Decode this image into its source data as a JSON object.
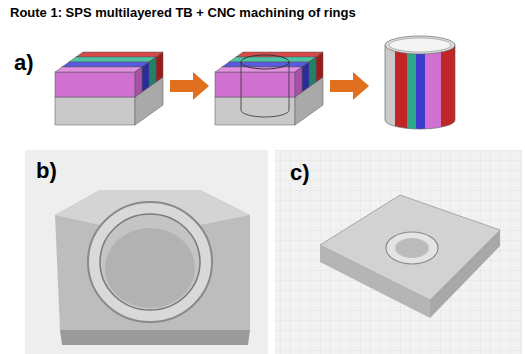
{
  "diagram": {
    "title": "Route 1: SPS multilayered TB + CNC machining of rings",
    "labels": [
      "a)",
      "b)",
      "c)"
    ]
  }
}
